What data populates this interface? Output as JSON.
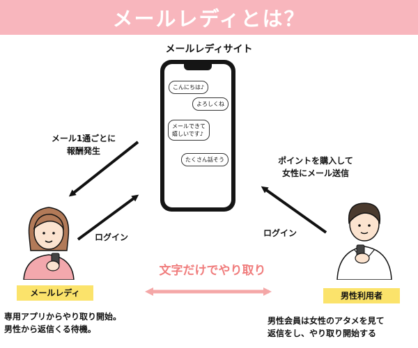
{
  "banner": {
    "title": "メールレディとは？"
  },
  "site": {
    "label": "メールレディサイト"
  },
  "phone_messages": [
    {
      "text": "こんにちは♪"
    },
    {
      "text": "よろしくね"
    },
    {
      "text_line1": "メールできて",
      "text_line2": "嬉しいです♪"
    },
    {
      "text": "たくさん話そう"
    }
  ],
  "notes": {
    "reward": {
      "line1": "メール1通ごとに",
      "line2": "報酬発生"
    },
    "points": {
      "line1": "ポイントを購入して",
      "line2": "女性にメール送信"
    },
    "login_left": "ログイン",
    "login_right": "ログイン"
  },
  "center": {
    "text": "文字だけでやり取り"
  },
  "roles": {
    "female": "メールレディ",
    "male": "男性利用者"
  },
  "descriptions": {
    "female": {
      "line1": "専用アプリからやり取り開始。",
      "line2": "男性から返信くる待機。"
    },
    "male": {
      "line1": "男性会員は女性のアタメを見て",
      "line2": "返信をし、やり取り開始する"
    }
  },
  "colors": {
    "banner": "#f8b6bd",
    "badge": "#fbe36b",
    "accent_text": "#f07d7d",
    "double_arrow": "#f4a7a7",
    "female_hair": "#b27a58",
    "female_shirt": "#f3a8ad",
    "male_hair": "#4a3a2e"
  }
}
